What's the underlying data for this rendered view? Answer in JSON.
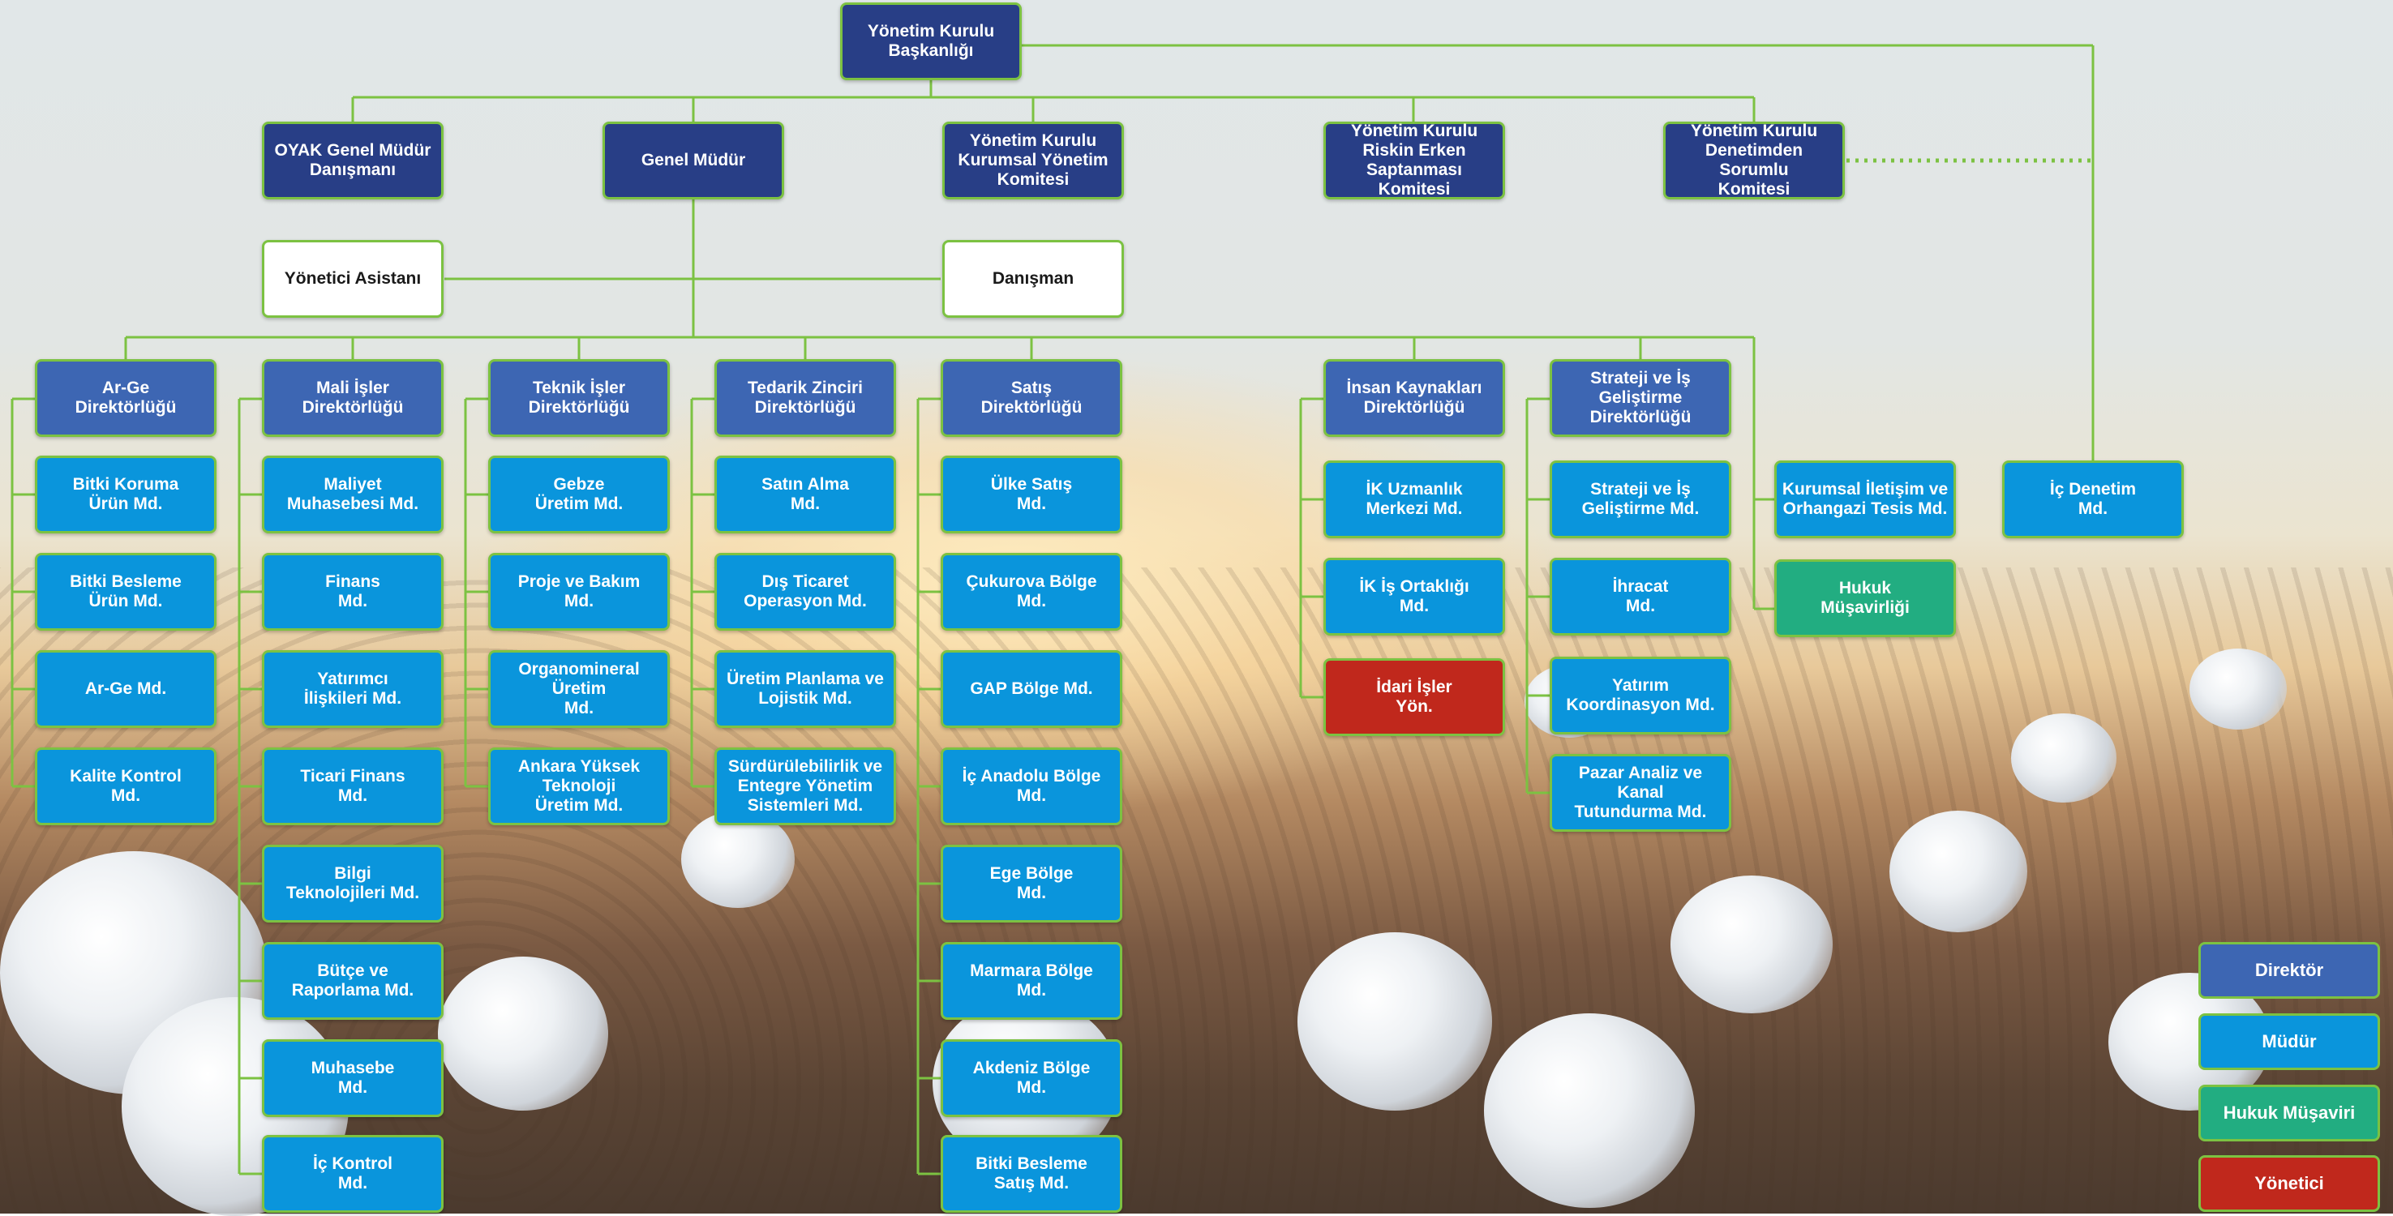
{
  "board": {
    "chair": "Yönetim Kurulu\nBaşkanlığı",
    "oyak_advisor": "OYAK Genel Müdür\nDanışmanı",
    "general_manager": "Genel Müdür",
    "governance_committee": "Yönetim Kurulu\nKurumsal Yönetim\nKomitesi",
    "risk_committee": "Yönetim Kurulu\nRiskin Erken\nSaptanması Komitesi",
    "audit_committee": "Yönetim Kurulu\nDenetimden Sorumlu\nKomitesi"
  },
  "staff": {
    "assistant": "Yönetici Asistanı",
    "advisor": "Danışman"
  },
  "directorates": [
    {
      "title": "Ar-Ge\nDirektörlüğü",
      "units": [
        "Bitki Koruma\nÜrün Md.",
        "Bitki Besleme\nÜrün Md.",
        "Ar-Ge Md.",
        "Kalite Kontrol\nMd."
      ]
    },
    {
      "title": "Mali İşler\nDirektörlüğü",
      "units": [
        "Maliyet\nMuhasebesi Md.",
        "Finans\nMd.",
        "Yatırımcı\nİlişkileri Md.",
        "Ticari Finans\nMd.",
        "Bilgi\nTeknolojileri Md.",
        "Bütçe ve\nRaporlama Md.",
        "Muhasebe\nMd.",
        "İç Kontrol\nMd."
      ]
    },
    {
      "title": "Teknik İşler\nDirektörlüğü",
      "units": [
        "Gebze\nÜretim Md.",
        "Proje ve Bakım\nMd.",
        "Organomineral\nÜretim\nMd.",
        "Ankara Yüksek\nTeknoloji\nÜretim Md."
      ]
    },
    {
      "title": "Tedarik Zinciri\nDirektörlüğü",
      "units": [
        "Satın Alma\nMd.",
        "Dış Ticaret\nOperasyon Md.",
        "Üretim Planlama ve\nLojistik Md.",
        "Sürdürülebilirlik ve\nEntegre Yönetim\nSistemleri Md."
      ]
    },
    {
      "title": "Satış\nDirektörlüğü",
      "units": [
        "Ülke Satış\nMd.",
        "Çukurova Bölge\nMd.",
        "GAP Bölge Md.",
        "İç Anadolu Bölge\nMd.",
        "Ege Bölge\nMd.",
        "Marmara Bölge\nMd.",
        "Akdeniz Bölge\nMd.",
        "Bitki Besleme\nSatış Md."
      ]
    },
    {
      "title": "İnsan Kaynakları\nDirektörlüğü",
      "units": [
        "İK Uzmanlık\nMerkezi Md.",
        "İK İş Ortaklığı\nMd.",
        "İdari İşler\nYön."
      ]
    },
    {
      "title": "Strateji ve İş\nGeliştirme\nDirektörlüğü",
      "units": [
        "Strateji ve İş\nGeliştirme Md.",
        "İhracat\nMd.",
        "Yatırım\nKoordinasyon Md.",
        "Pazar Analiz ve Kanal\nTutundurma Md."
      ]
    }
  ],
  "independent": {
    "communication": "Kurumsal İletişim ve\nOrhangazi Tesis Md.",
    "legal": "Hukuk\nMüşavirliği",
    "internal_audit": "İç Denetim\nMd."
  },
  "legend": {
    "director": "Direktör",
    "manager": "Müdür",
    "legal_counsel": "Hukuk Müşaviri",
    "executive": "Yönetici"
  },
  "colors": {
    "board": "#283e86",
    "director": "#3d66b3",
    "manager": "#0a95dc",
    "legal_counsel": "#22ad81",
    "executive": "#c0281c",
    "connector": "#7cc242"
  }
}
